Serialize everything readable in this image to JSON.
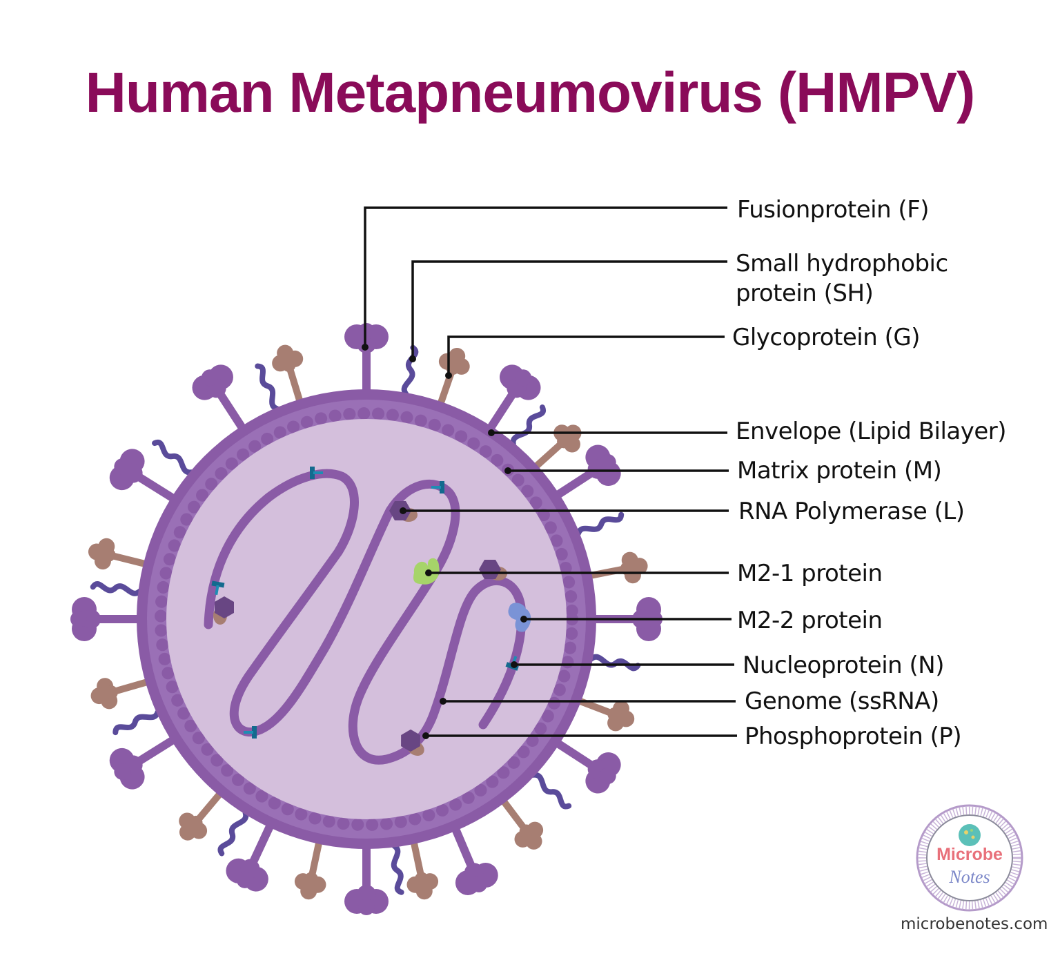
{
  "title": "Human Metapneumovirus (HMPV)",
  "colors": {
    "title": "#8a0b59",
    "envelope": "#8a5ba6",
    "envelope_inner": "#9a70b6",
    "matrix": "#8a5ba6",
    "core": "#d4bfdc",
    "fusion_protein": "#8a5ba6",
    "glycoprotein": "#a77e72",
    "sh_protein": "#5a4b9a",
    "genome": "#8a5ba6",
    "nucleoprotein": "#136a8e",
    "rna_polymerase": "#684683",
    "m2_1": "#a6d469",
    "m2_2": "#7a93d6",
    "phosphoprotein": "#a77e72",
    "leader": "#111111"
  },
  "labels": {
    "fusion": "Fusionprotein (F)",
    "sh_line1": "Small hydrophobic",
    "sh_line2": "protein (SH)",
    "glyco": "Glycoprotein (G)",
    "envelope": "Envelope (Lipid Bilayer)",
    "matrix": "Matrix protein (M)",
    "polymerase": "RNA Polymerase (L)",
    "m21": "M2-1 protein",
    "m22": "M2-2 protein",
    "nucleo": "Nucleoprotein (N)",
    "genome": "Genome (ssRNA)",
    "phospho": "Phosphoprotein (P)"
  },
  "logo": {
    "line1": "Microbe",
    "line2": "Notes",
    "website": "microbenotes.com"
  }
}
